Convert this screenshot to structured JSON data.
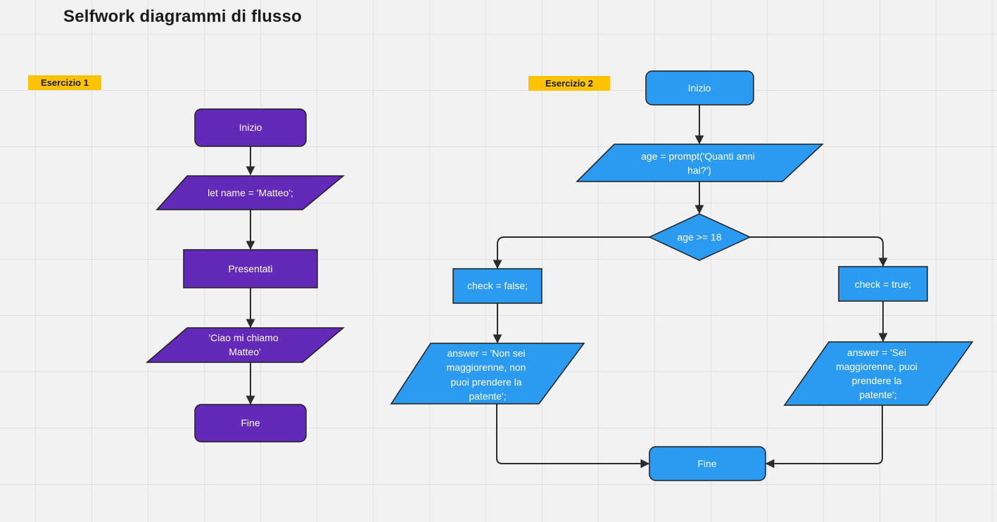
{
  "title": "Selfwork diagrammi di flusso",
  "colors": {
    "purple_fill": "#6329b9",
    "blue_fill": "#2a9bf0",
    "node_stroke": "#1e1e1e",
    "tag_yellow": "#fdc300",
    "connector": "#2b2b2b"
  },
  "exercise1": {
    "label": "Esercizio 1",
    "nodes": {
      "start": "Inizio",
      "declare": "let name = 'Matteo';",
      "process": "Presentati",
      "output": [
        "'Ciao mi chiamo",
        "Matteo'"
      ],
      "end": "Fine"
    }
  },
  "exercise2": {
    "label": "Esercizio 2",
    "nodes": {
      "start": "Inizio",
      "input": [
        "age = prompt('Quanti anni",
        "hai?')"
      ],
      "decision": "age >= 18",
      "check_false": "check = false;",
      "check_true": "check = true;",
      "answer_false": [
        "answer = 'Non sei",
        "maggiorenne, non",
        "puoi prendere la",
        "patente';"
      ],
      "answer_true": [
        "answer = 'Sei",
        "maggiorenne, puoi",
        "prendere la",
        "patente';"
      ],
      "end": "Fine"
    }
  }
}
